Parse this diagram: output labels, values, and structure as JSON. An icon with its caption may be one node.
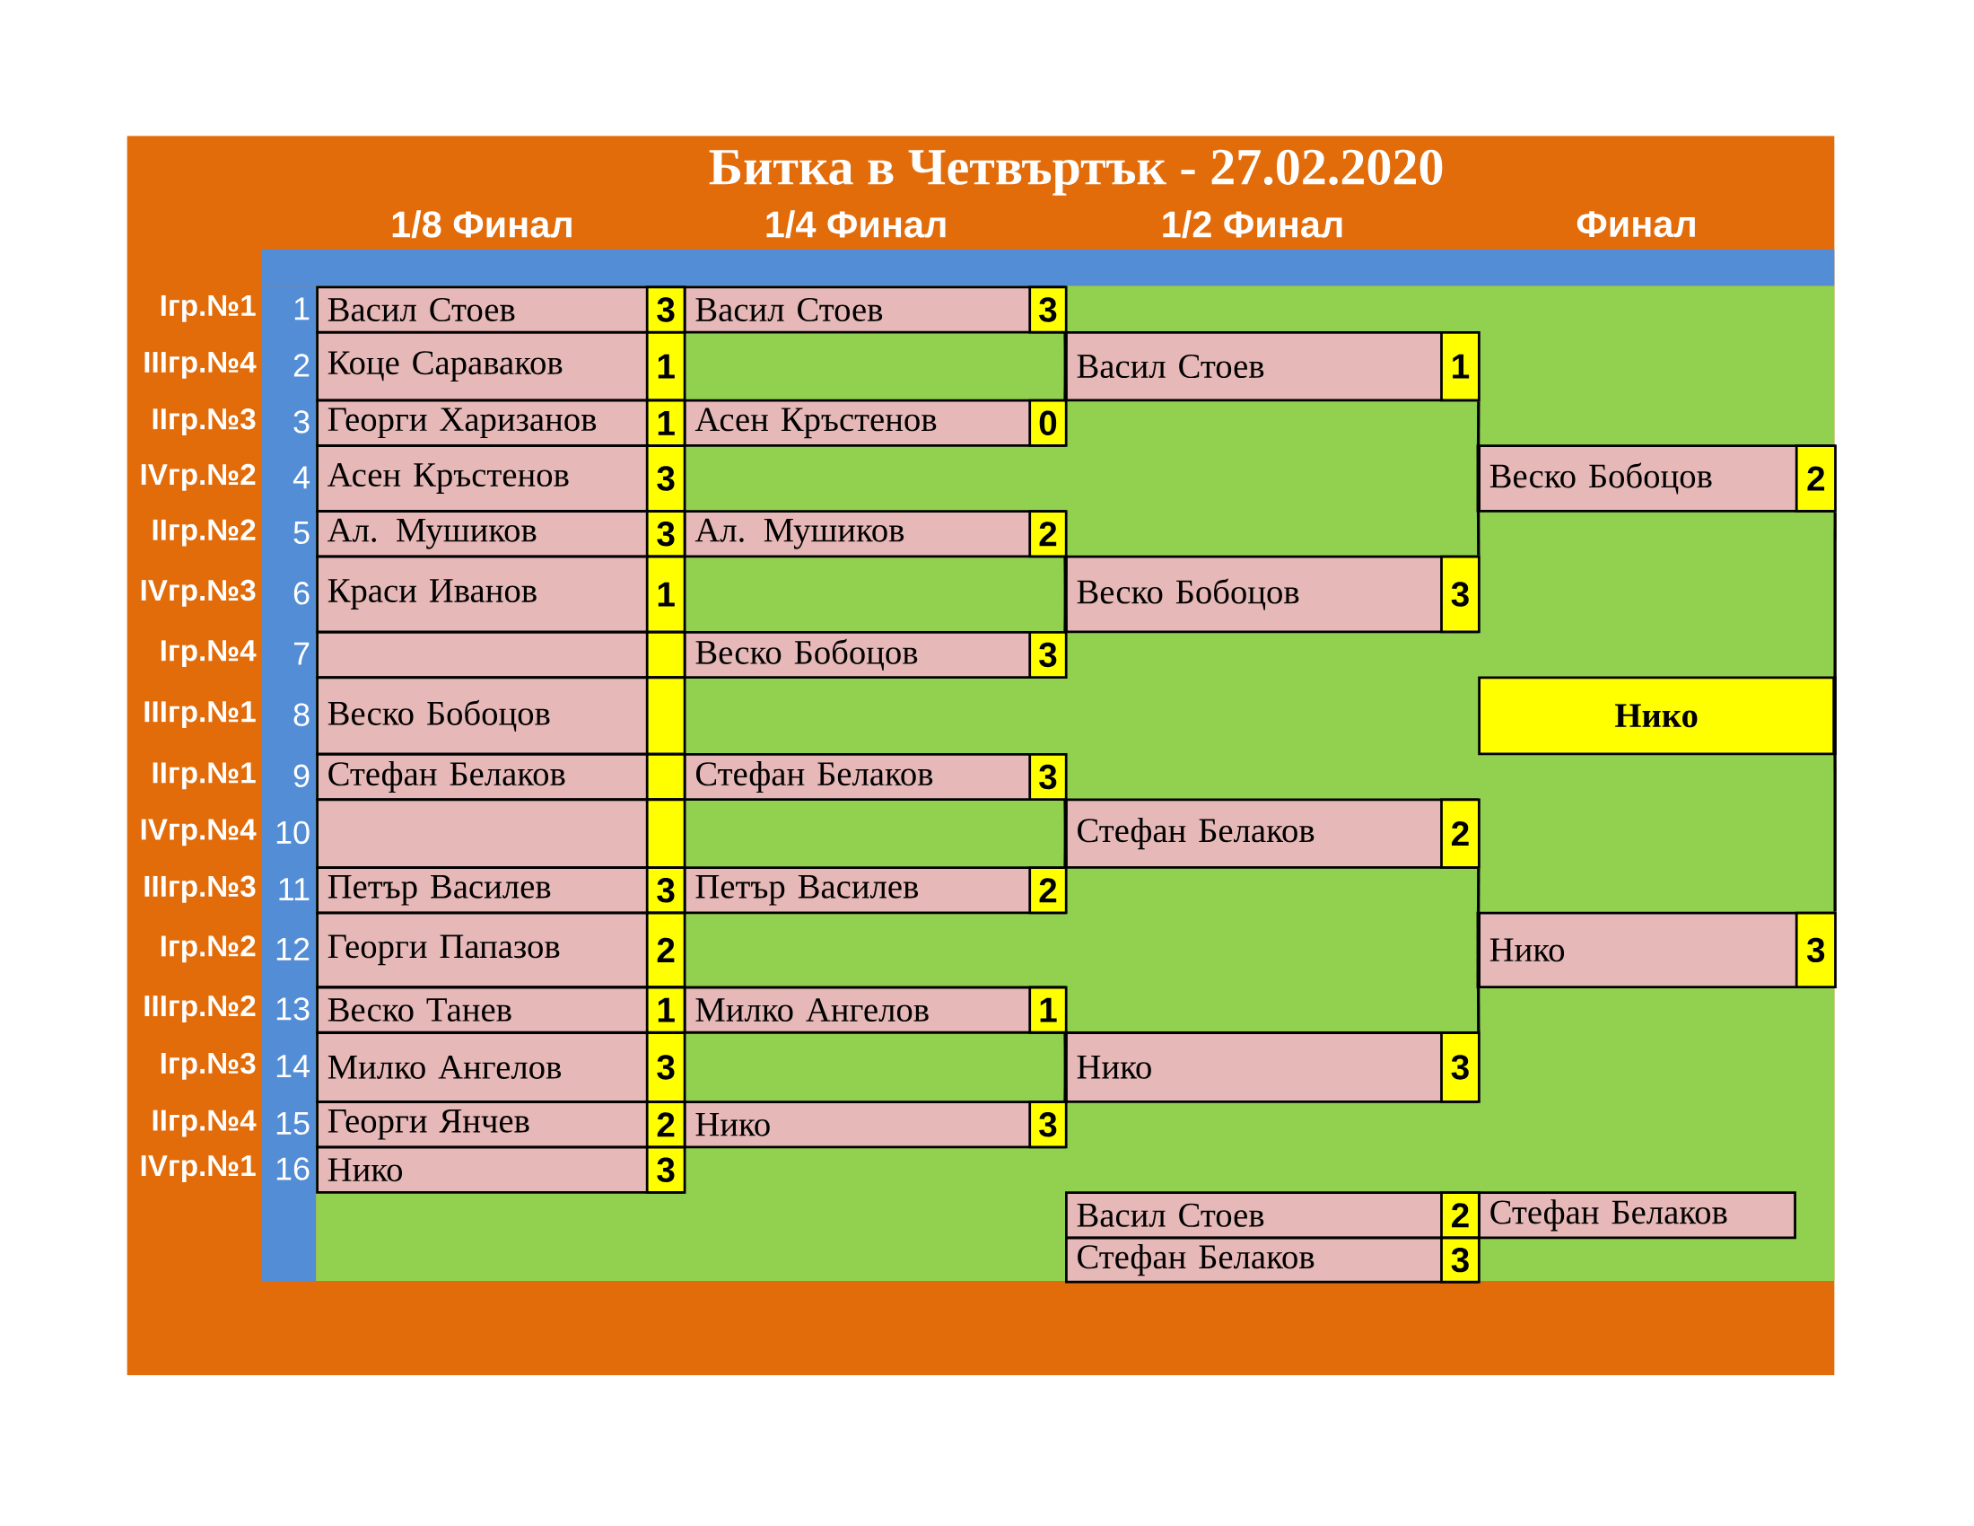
{
  "diagram": {
    "title": "Битка в Четвъртък - 27.02.2020",
    "nodes": [
      {
        "text": [
          "Васил Стоев",
          "3"
        ],
        "beside": [
          "Iгр.№1",
          "1"
        ]
      },
      {
        "text": [
          "Коце Сараваков",
          "1"
        ],
        "beside": [
          "IIIгр.№4",
          "2"
        ]
      },
      {
        "text": [
          "Георги Харизанов",
          "1"
        ],
        "beside": [
          "IIгр.№3",
          "3"
        ]
      },
      {
        "text": [
          "Асен Кръстенов",
          "3"
        ],
        "beside": [
          "IVгр.№2",
          "4"
        ]
      },
      {
        "text": [
          "Ал. Мушиков",
          "3"
        ],
        "beside": [
          "IIгр.№2",
          "5"
        ]
      },
      {
        "text": [
          "Краси Иванов",
          "1"
        ],
        "beside": [
          "IVгр.№3",
          "6"
        ]
      },
      {
        "text": [],
        "shape": "box",
        "beside": [
          "Iгр.№4",
          "7"
        ]
      },
      {
        "text": [
          "Веско Бобоцов"
        ],
        "beside": [
          "IIIгр.№1",
          "8"
        ]
      },
      {
        "text": [
          "Стефан Белаков"
        ],
        "beside": [
          "IIгр.№1",
          "9"
        ]
      },
      {
        "text": [],
        "shape": "box",
        "beside": [
          "IVгр.№4",
          "10"
        ]
      },
      {
        "text": [
          "Петър Василев",
          "3"
        ],
        "beside": [
          "IIIгр.№3",
          "11"
        ]
      },
      {
        "text": [
          "Георги Папазов",
          "2"
        ],
        "beside": [
          "Iгр.№2",
          "12"
        ]
      },
      {
        "text": [
          "Веско Танев",
          "1"
        ],
        "beside": [
          "IIIгр.№2",
          "13"
        ]
      },
      {
        "text": [
          "Милко Ангелов",
          "3"
        ],
        "beside": [
          "Iгр.№3",
          "14"
        ]
      },
      {
        "text": [
          "Георги Янчев",
          "2"
        ],
        "beside": [
          "IIгр.№4",
          "15"
        ]
      },
      {
        "text": [
          "Нико",
          "3"
        ],
        "beside": [
          "IVгр.№1",
          "16"
        ]
      },
      {
        "text": [
          "Васил Стоев",
          "3"
        ]
      },
      {
        "text": [
          "Асен Кръстенов",
          "0"
        ]
      },
      {
        "text": [
          "Ал. Мушиков",
          "2"
        ]
      },
      {
        "text": [
          "Веско Бобоцов",
          "3"
        ]
      },
      {
        "text": [
          "Стефан Белаков",
          "3"
        ]
      },
      {
        "text": [
          "Петър Василев",
          "2"
        ]
      },
      {
        "text": [
          "Милко Ангелов",
          "1"
        ]
      },
      {
        "text": [
          "Нико",
          "3"
        ]
      },
      {
        "text": [
          "Васил Стоев",
          "1"
        ]
      },
      {
        "text": [
          "Веско Бобоцов",
          "3"
        ]
      },
      {
        "text": [
          "Стефан Белаков",
          "2"
        ]
      },
      {
        "text": [
          "Нико",
          "3"
        ]
      },
      {
        "text": [
          "Веско Бобоцов",
          "2"
        ]
      },
      {
        "text": [
          "Нико",
          "3"
        ]
      },
      {
        "text": [
          "Нико"
        ]
      },
      {
        "text": [
          "Васил Стоев",
          "2"
        ]
      },
      {
        "text": [
          "Стефан Белаков",
          "3"
        ]
      },
      {
        "text": [
          "Стефан Белаков"
        ]
      }
    ],
    "edges": [
      {
        "from": 16,
        "to": 24,
        "arrow": "none"
      },
      {
        "from": 17,
        "to": 24,
        "arrow": "none"
      },
      {
        "from": 18,
        "to": 25,
        "arrow": "none"
      },
      {
        "from": 19,
        "to": 25,
        "arrow": "none"
      },
      {
        "from": 20,
        "to": 26,
        "arrow": "none"
      },
      {
        "from": 21,
        "to": 26,
        "arrow": "none"
      },
      {
        "from": 22,
        "to": 27,
        "arrow": "none"
      },
      {
        "from": 23,
        "to": 27,
        "arrow": "none"
      },
      {
        "from": 24,
        "to": 28,
        "arrow": "none"
      },
      {
        "from": 25,
        "to": 28,
        "arrow": "none"
      },
      {
        "from": 26,
        "to": 29,
        "arrow": "none"
      },
      {
        "from": 27,
        "to": 29,
        "arrow": "none"
      },
      {
        "from": 28,
        "to": 30,
        "arrow": "none"
      },
      {
        "from": 29,
        "to": 30,
        "arrow": "none"
      }
    ],
    "labels": [
      "1/8 Финал",
      "1/4 Финал",
      "1/2 Финал",
      "Финал"
    ]
  }
}
